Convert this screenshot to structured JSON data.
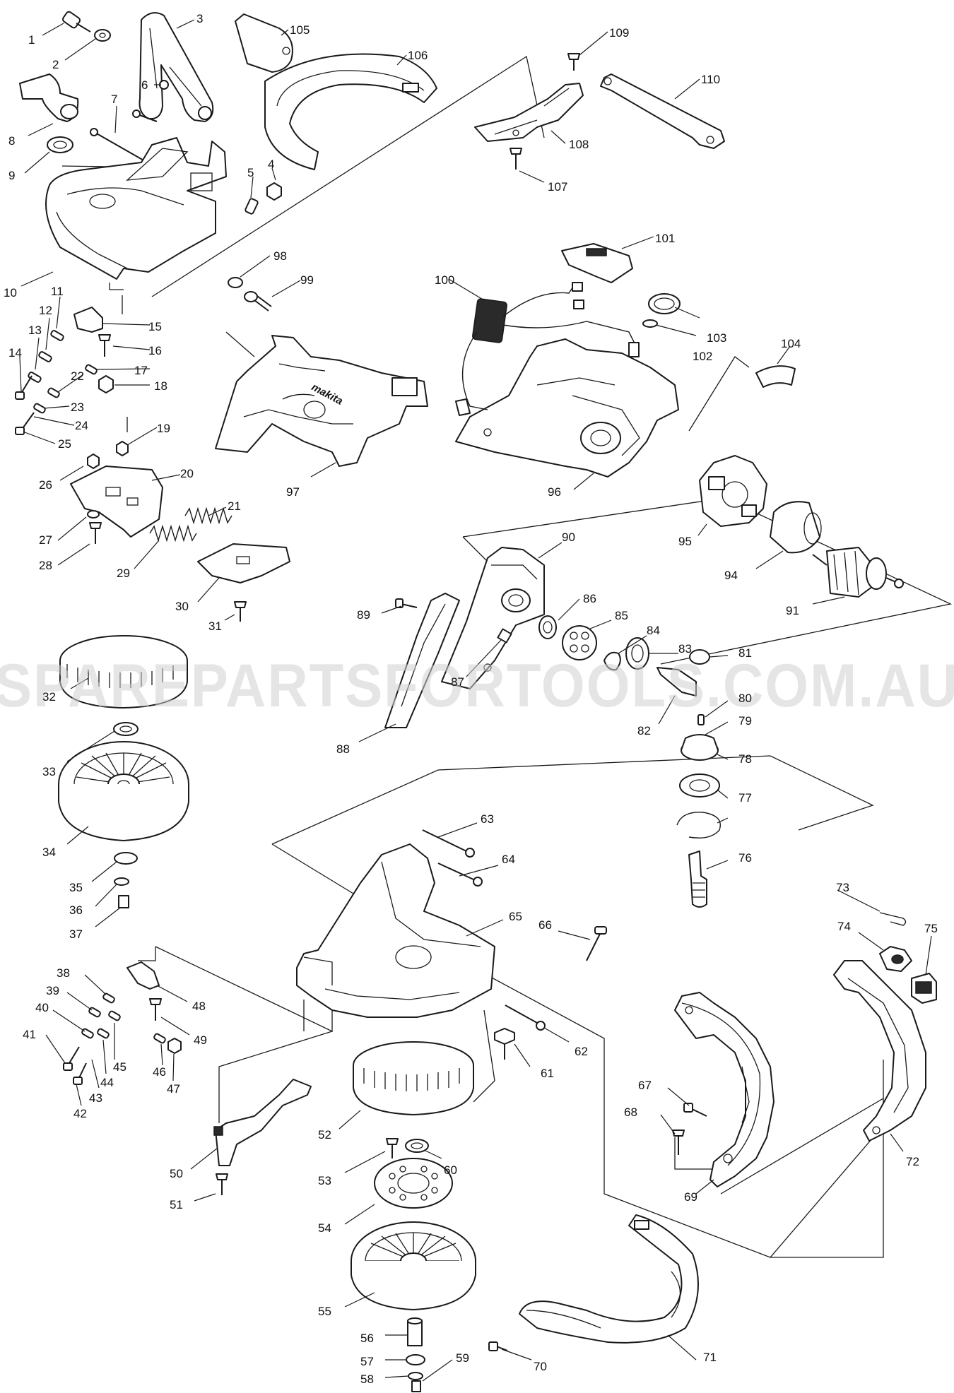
{
  "watermark": {
    "text": "SPAREPARTSFORTOOLS.COM.AU"
  },
  "brand_logo": {
    "text": "makita"
  },
  "callouts": [
    "1",
    "2",
    "3",
    "4",
    "5",
    "6",
    "7",
    "8",
    "9",
    "10",
    "11",
    "12",
    "13",
    "14",
    "15",
    "16",
    "17",
    "18",
    "19",
    "20",
    "21",
    "22",
    "23",
    "24",
    "25",
    "26",
    "27",
    "28",
    "29",
    "30",
    "31",
    "32",
    "33",
    "34",
    "35",
    "36",
    "37",
    "38",
    "39",
    "40",
    "41",
    "42",
    "43",
    "44",
    "45",
    "46",
    "47",
    "48",
    "49",
    "50",
    "51",
    "52",
    "53",
    "54",
    "55",
    "56",
    "57",
    "58",
    "59",
    "60",
    "61",
    "62",
    "63",
    "64",
    "65",
    "66",
    "67",
    "68",
    "69",
    "70",
    "71",
    "72",
    "73",
    "74",
    "75",
    "76",
    "77",
    "78",
    "79",
    "80",
    "81",
    "82",
    "83",
    "84",
    "85",
    "86",
    "87",
    "88",
    "89",
    "90",
    "91",
    "94",
    "95",
    "96",
    "97",
    "98",
    "99",
    "100",
    "101",
    "102",
    "103",
    "104",
    "105",
    "106",
    "107",
    "108",
    "109",
    "110"
  ],
  "colors": {
    "line": "#1a1a1a",
    "background": "#ffffff",
    "watermark": "#cfcfcf"
  }
}
